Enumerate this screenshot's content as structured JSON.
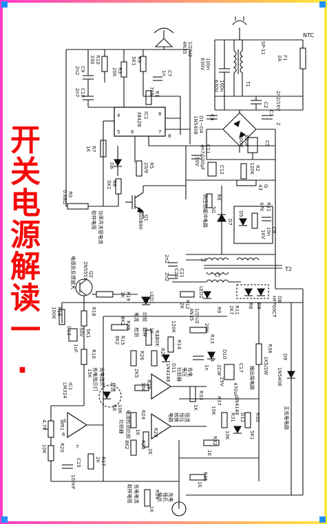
{
  "headline": "开关电源解读一.",
  "colors": {
    "frame_gradient": [
      "#ff3cc8",
      "#ffe63c"
    ],
    "corner_marker": "#1e90ff",
    "headline": "#f50a0a"
  },
  "labels": {
    "ntc": "NTC",
    "sp": "SP-11",
    "f1": "F1",
    "f1v": "2A",
    "c1": "100n",
    "c1v": "630V",
    "t1": "T1",
    "c2n": "100n",
    "c2v": "630V",
    "c2": "C2",
    "c2b": "2n2/1KV",
    "two": "2",
    "c3": "C3",
    "c4": "C4",
    "d1": "D1~D4",
    "d1v": "1N5408",
    "c5": "C5",
    "c5v": "82uF",
    "c5vv": "400V",
    "r10": "R10",
    "r10v": "330",
    "c9": "C9",
    "c9v": "2n2",
    "c10": "C10",
    "c10v": "2n7",
    "r3": "R3",
    "r3v": "20K",
    "r9": "R9",
    "r9v": "5K1",
    "c7": "C7",
    "c7v": "1n",
    "r1": "R1",
    "r1v": "7K5",
    "tl": "1/2IU2",
    "tlv": "4N35",
    "ic": "IC1",
    "icv": "3842B",
    "p4": "4",
    "p5": "5",
    "p6": "6",
    "p7": "7",
    "p8": "8",
    "p8b": "8",
    "r7": "R7",
    "r7v": "1K",
    "d6": "D6",
    "r5": "R5",
    "r5v": "20/9",
    "r6": "R6",
    "r6v": "5K1",
    "r0": "R0",
    "r0v": "0.68Ω",
    "q1": "Q1",
    "q1v": "MGXB90",
    "kq": "功率开关管电流",
    "kq2": "取样电阻",
    "c11": "C11",
    "c11v": "4n7/100μF",
    "c11vv": "50V",
    "c12": "C12",
    "r2": "R2",
    "r2v": "120K",
    "g": "G",
    "g2": "43",
    "r8": "R8",
    "r8v": "5Ω",
    "d7": "D7",
    "dy": "高压侧缓冲电路",
    "d5": "D5",
    "r11": "R11",
    "r11v": "47K",
    "c6": "C6",
    "c6v": "10n",
    "c6vv": "1KV",
    "c19": "2n2",
    "c21": "C21",
    "c21v": "C20",
    "c21vv": "2n2",
    "t2": "T2",
    "l2": "L2",
    "l3": "L3",
    "dl": "电感负反馈放大",
    "q2": "Q2",
    "q2v": "2N5551",
    "r19": "R19",
    "r19v": "1K",
    "r16": "R16",
    "r16v": "100K",
    "r18": "R18",
    "r18v": "5K1",
    "c13": "C13",
    "c13v": "50V",
    "c13vv": "1uF",
    "r16b": "R16",
    "r16bv": "15K",
    "ic1b": "IC1",
    "ic1bv": "LM324",
    "w1": "WR1",
    "w1v": "4.7K",
    "r20": "R20",
    "r20v": "10K",
    "r17": "R17",
    "r17v": "2K",
    "c15": "C15",
    "c15v": "100nF",
    "ic1bn1": "1",
    "ic1bn6": "6",
    "ic1bn7": "7",
    "led": "LED1",
    "ledv": "LED2",
    "r12": "R12",
    "r12v": "2K",
    "u2": "1/2IU2",
    "u2v": "4N35",
    "r13": "R13",
    "r13v": "20K",
    "r14": "R14",
    "r14v": "120K",
    "r15": "R15",
    "r15v": "8K2",
    "r21": "R21",
    "r21v": "1K",
    "r22": "R22",
    "r22v": "8K2",
    "r26": "R26",
    "r26v": "2K5",
    "r27": "R27",
    "r27v": "100K",
    "d11": "D11",
    "d11v": "1N4148",
    "r24": "R24",
    "r24v": "1K",
    "r25": "R25",
    "r25v": "8K2",
    "r29": "R29",
    "r29v": "2K",
    "blq": "电流检测比较",
    "blq2": "比较器",
    "ch": "充电指示",
    "ch2": "充电指示灯",
    "dd": "电流",
    "dd2": "检测",
    "dd3": "比较",
    "dd4": "取样",
    "cb1": "充电",
    "cb2": "电压",
    "cb3": "比较器",
    "cc1": "恒流",
    "cc2": "恒压",
    "cc3": "转换",
    "cc4": "电路",
    "r8b": "R8",
    "d8": "D8",
    "d8v": "HFP00CT",
    "r9b": "R9",
    "r11b": "R11",
    "r11bv": "2K7",
    "c14": "C14",
    "c14v": "1n",
    "c17": "C17",
    "c17v": "470uF",
    "c17vv": "25V",
    "d10": "D10",
    "d10v": "2CW",
    "r36": "R36",
    "r36v": "1K5/2W",
    "dhh": "输出端电路",
    "d9": "D9",
    "d9v": "1N5408",
    "r30": "R30",
    "r30v": "5K1",
    "d12": "D12",
    "d12v": "1N4148",
    "zd1": "主充电电路",
    "q11": "R31",
    "q11v": "10K",
    "r32": "R32",
    "r32v": "1K",
    "r33": "R33",
    "r33v": "1K",
    "r34": "R34",
    "r34v": "1K",
    "r35": "R35",
    "r35v": "1K",
    "r37": "R37",
    "r37v": "10K",
    "cur": "充电电流",
    "cur2": "取样电阻",
    "cz": "充电",
    "cz2": "插孔",
    "cz3": "输出",
    "fb": "反馈",
    "w2": "R23",
    "w2v": "10K",
    "ss": "10K",
    "ss2": "R8"
  }
}
